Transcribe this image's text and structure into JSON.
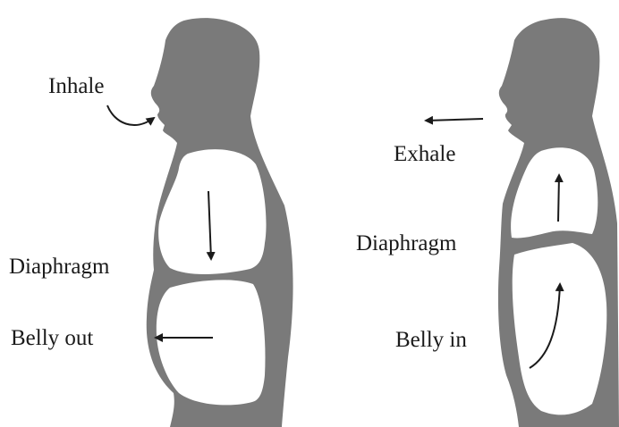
{
  "colors": {
    "silhouette": "#7a7a7a",
    "cavity": "#ffffff",
    "arrow": "#1a1a1a",
    "text": "#1a1a1a"
  },
  "inhale_panel": {
    "breath_label": "Inhale",
    "diaphragm_label": "Diaphragm",
    "belly_label": "Belly out"
  },
  "exhale_panel": {
    "breath_label": "Exhale",
    "diaphragm_label": "Diaphragm",
    "belly_label": "Belly in"
  }
}
